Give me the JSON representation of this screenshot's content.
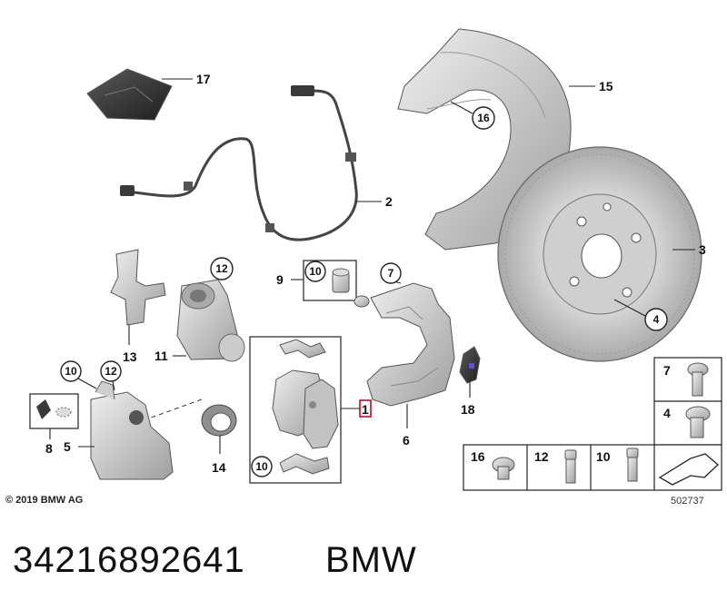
{
  "diagram": {
    "copyright": "© 2019 BMW AG",
    "illustration_number": "502737",
    "callouts": {
      "c1": "1",
      "c2": "2",
      "c3": "3",
      "c4": "4",
      "c5": "5",
      "c6": "6",
      "c7": "7",
      "c8": "8",
      "c9": "9",
      "c10": "10",
      "c11": "11",
      "c12": "12",
      "c13": "13",
      "c14": "14",
      "c15": "15",
      "c16": "16",
      "c17": "17",
      "c18": "18"
    },
    "legend": {
      "item7": "7",
      "item4": "4",
      "item16": "16",
      "item12": "12",
      "item10": "10"
    }
  },
  "caption": {
    "part_number": "34216892641",
    "brand": "BMW"
  },
  "colors": {
    "highlight_box": "#d0021b",
    "metal_light": "#dcdcdc",
    "metal_mid": "#b9b9b9",
    "metal_dark": "#8a8a8a",
    "dark_part": "#3a3a3a"
  }
}
